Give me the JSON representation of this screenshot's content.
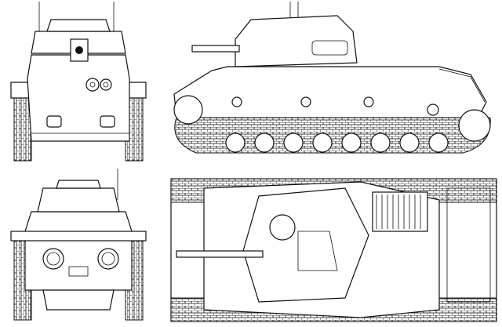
{
  "drawing": {
    "line_color": "#111111",
    "background_color": "#ffffff",
    "views": [
      "front",
      "rear",
      "side",
      "top"
    ]
  }
}
